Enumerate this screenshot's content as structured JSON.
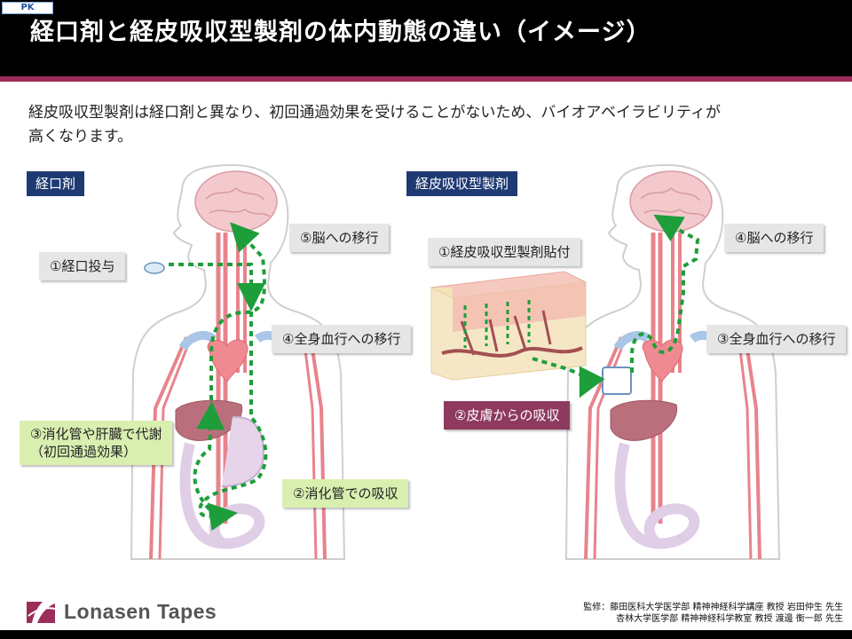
{
  "header": {
    "tag": "PK",
    "title": "経口剤と経皮吸収型製剤の体内動態の違い（イメージ）"
  },
  "lead": {
    "line1": "経皮吸収型製剤は経口剤と異なり、初回通過効果を受けることがないため、バイオアベイラビリティが",
    "line2": "高くなります。"
  },
  "oral": {
    "section": "経口剤",
    "step1": "①経口投与",
    "step2": "②消化管での吸収",
    "step3_line1": "③消化管や肝臓で代謝",
    "step3_line2": "（初回通過効果）",
    "step4": "④全身血行への移行",
    "step5": "⑤脳への移行"
  },
  "transdermal": {
    "section": "経皮吸収型製剤",
    "step1": "①経皮吸収型製剤貼付",
    "step2": "②皮膚からの吸収",
    "step3": "③全身血行への移行",
    "step4": "④脳への移行"
  },
  "colors": {
    "accent": "#9b2d59",
    "section_tag": "#1f3a73",
    "pathway": "#1e9e3a",
    "label_green": "#d9efb0",
    "label_pink": "#8e3a5f"
  },
  "footer": {
    "logo": "Lonasen Tapes",
    "credit1": "監修：藤田医科大学医学部 精神神経科学講座 教授 岩田仲生 先生",
    "credit2": "杏林大学医学部 精神神経科学教室 教授 渡邊 衡一郎 先生"
  }
}
